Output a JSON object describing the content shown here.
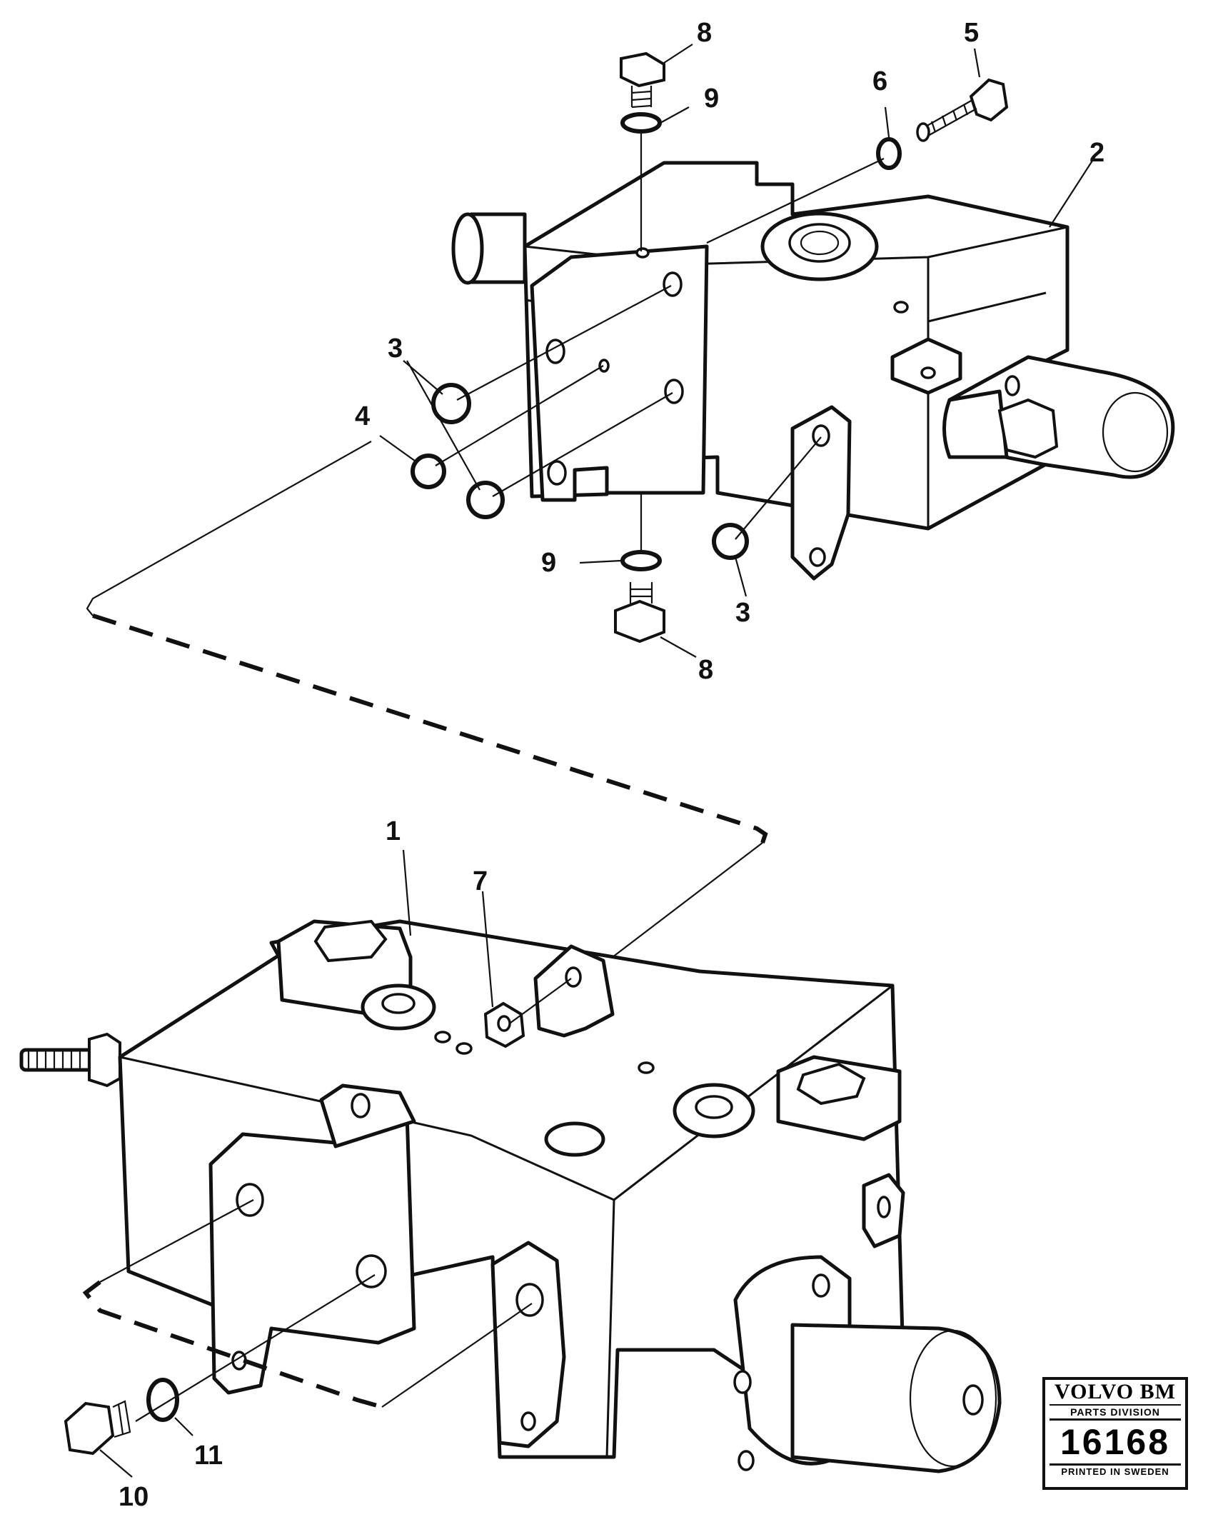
{
  "callouts": {
    "c1": "1",
    "c2": "2",
    "c3a": "3",
    "c3b": "3",
    "c4": "4",
    "c5": "5",
    "c6": "6",
    "c7": "7",
    "c8a": "8",
    "c8b": "8",
    "c9a": "9",
    "c9b": "9",
    "c10": "10",
    "c11": "11"
  },
  "badge": {
    "brand": "VOLVO BM",
    "division": "PARTS DIVISION",
    "number": "16168",
    "printed": "PRINTED IN SWEDEN"
  }
}
